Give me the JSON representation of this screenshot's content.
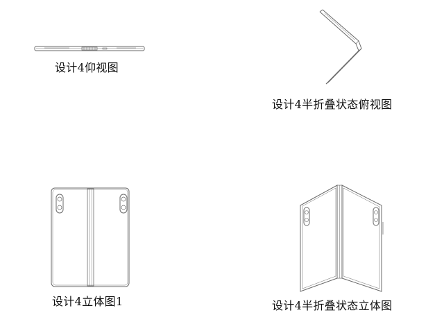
{
  "figures": {
    "bottom_view": {
      "caption": "设计4仰视图"
    },
    "half_fold_top_view": {
      "caption": "设计4半折叠状态俯视图"
    },
    "perspective_view_1": {
      "caption": "设计4立体图1"
    },
    "half_fold_perspective": {
      "caption": "设计4半折叠状态立体图"
    }
  },
  "colors": {
    "line": "#6a6a6a",
    "text": "#111111",
    "background": "#ffffff"
  }
}
